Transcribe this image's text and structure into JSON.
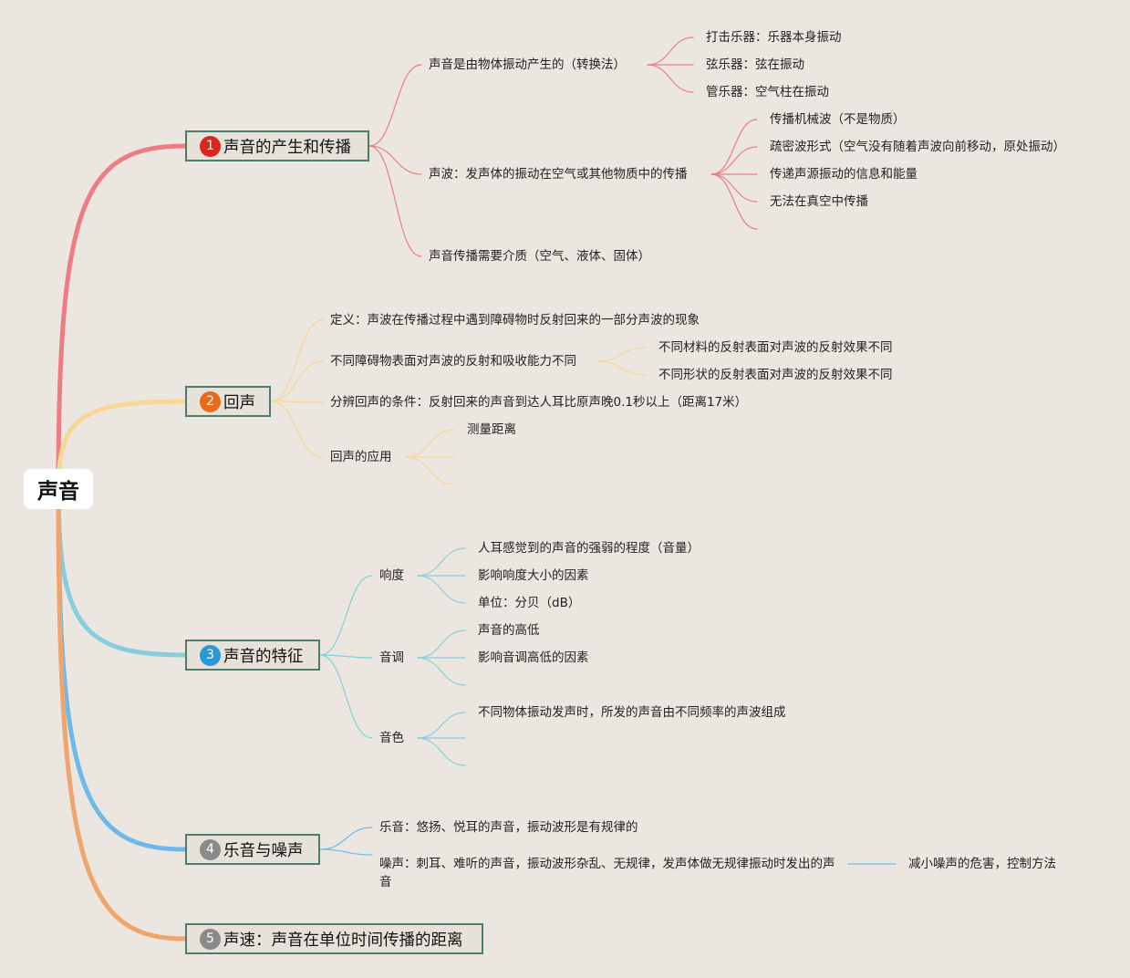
{
  "root": {
    "label": "声音"
  },
  "branches": [
    {
      "number": "1",
      "label": "声音的产生和传播",
      "color": "#ee7c83",
      "badge": "#d9271b",
      "children": [
        {
          "label": "声音是由物体振动产生的（转换法）",
          "children": [
            "打击乐器：乐器本身振动",
            "弦乐器：弦在振动",
            "管乐器：空气柱在振动"
          ]
        },
        {
          "label": "声波：发声体的振动在空气或其他物质中的传播",
          "children": [
            "传播机械波（不是物质）",
            "疏密波形式（空气没有随着声波向前移动，原处振动）",
            "传递声源振动的信息和能量",
            "无法在真空中传播"
          ]
        },
        {
          "label": "声音传播需要介质（空气、液体、固体）"
        }
      ]
    },
    {
      "number": "2",
      "label": "回声",
      "color": "#f7d795",
      "badge": "#e86a1c",
      "children": [
        {
          "label": "定义：声波在传播过程中遇到障碍物时反射回来的一部分声波的现象"
        },
        {
          "label": "不同障碍物表面对声波的反射和吸收能力不同",
          "children": [
            "不同材料的反射表面对声波的反射效果不同",
            "不同形状的反射表面对声波的反射效果不同"
          ]
        },
        {
          "label": "分辨回声的条件：反射回来的声音到达人耳比原声晚0.1秒以上（距离17米）"
        },
        {
          "label": "回声的应用",
          "children": [
            "测量距离"
          ]
        }
      ]
    },
    {
      "number": "3",
      "label": "声音的特征",
      "color": "#87cddd",
      "badge": "#2a97d8",
      "children": [
        {
          "label": "响度",
          "children": [
            "人耳感觉到的声音的强弱的程度（音量）",
            "影响响度大小的因素",
            "单位：分贝（dB）"
          ]
        },
        {
          "label": "音调",
          "children": [
            "声音的高低",
            "影响音调高低的因素"
          ]
        },
        {
          "label": "音色",
          "children": [
            "不同物体振动发声时，所发的声音由不同频率的声波组成"
          ]
        }
      ]
    },
    {
      "number": "4",
      "label": "乐音与噪声",
      "color": "#6fb9e8",
      "badge": "#8a8a8a",
      "children": [
        {
          "label": "乐音：悠扬、悦耳的声音，振动波形是有规律的"
        },
        {
          "label": "噪声：刺耳、难听的声音，振动波形杂乱、无规律，发声体做无规律振动时发出的声音",
          "children": [
            "减小噪声的危害，控制方法"
          ]
        }
      ]
    },
    {
      "number": "5",
      "label": "声速：声音在单位时间传播的距离",
      "color": "#efa56b",
      "badge": "#8a8a8a",
      "children": []
    }
  ]
}
